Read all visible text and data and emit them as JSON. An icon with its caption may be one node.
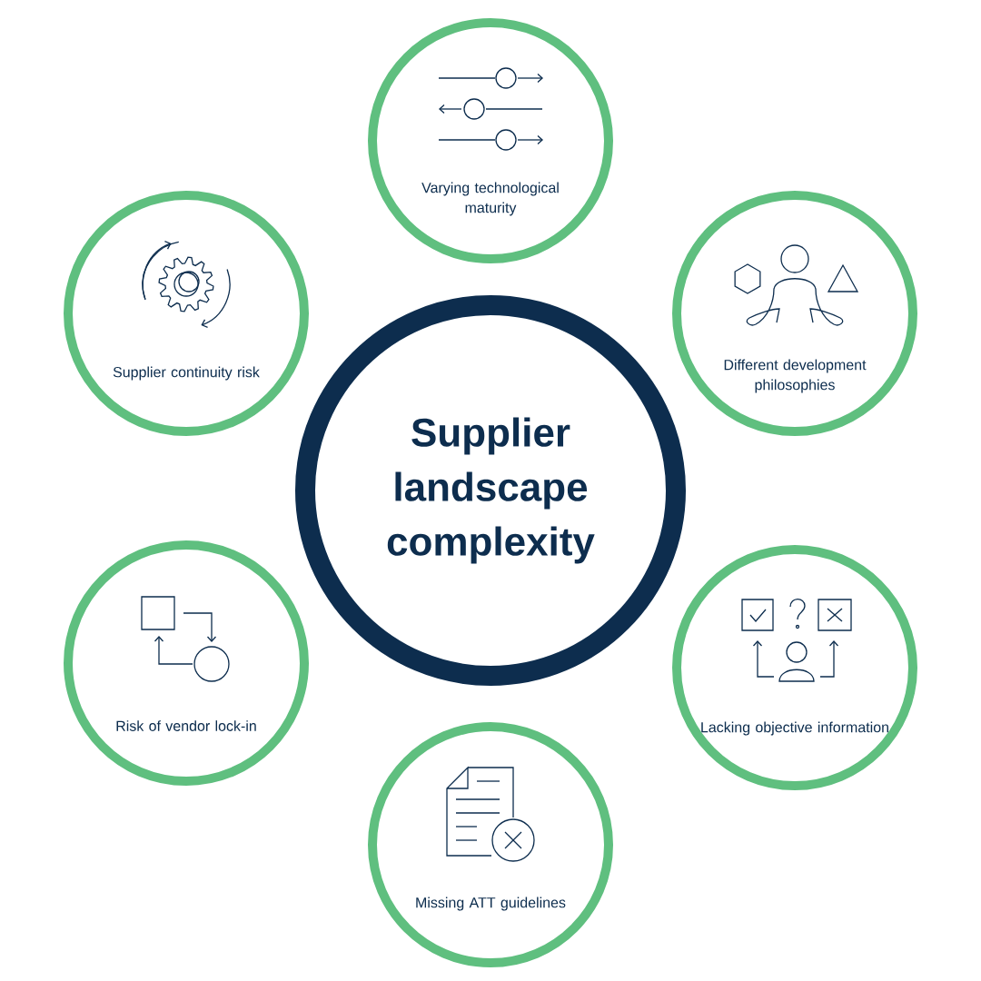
{
  "diagram": {
    "nodes": [
      {
        "text": [
          "Varying technological maturity"
        ]
      },
      {
        "text": [
          "Supplier continuity risk"
        ]
      },
      {
        "text": [
          "Different development philosophies"
        ]
      },
      {
        "text": [
          "Supplier landscape complexity"
        ]
      },
      {
        "text": [
          "Risk of vendor lock-in"
        ]
      },
      {
        "text": [
          "Lacking objective information"
        ]
      },
      {
        "text": [
          "Missing ATT guidelines"
        ]
      }
    ]
  }
}
